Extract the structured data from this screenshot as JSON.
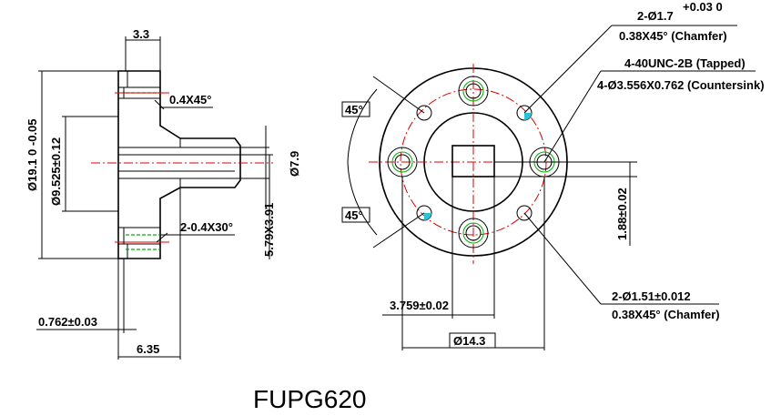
{
  "title": "FUPG620",
  "side_view": {
    "dim_3_3": "3.3",
    "chamfer_top": "0.4X45°",
    "dia_19_1": "Ø19.1 0 -0.05",
    "dia_9_525": "Ø9.525±0.12",
    "dia_7_9": "Ø7.9",
    "dim_5_79": "5.79X3.91",
    "chamfer_bottom": "2-0.4X30°",
    "dim_0_762": "0.762±0.03",
    "dim_6_35": "6.35"
  },
  "front_view": {
    "angle_top": "45°",
    "angle_bottom": "45°",
    "hole_1_7": "2-Ø1.7",
    "hole_1_7_tol": "+0.03 0",
    "chamfer_1": "0.38X45° (Chamfer)",
    "tapped": "4-40UNC-2B (Tapped)",
    "countersink": "4-Ø3.556X0.762 (Countersink)",
    "dim_1_88": "1.88±0.02",
    "hole_1_51": "2-Ø1.51±0.012",
    "chamfer_2": "0.38X45° (Chamfer)",
    "dim_3_759": "3.759±0.02",
    "dia_14_3": "Ø14.3"
  }
}
